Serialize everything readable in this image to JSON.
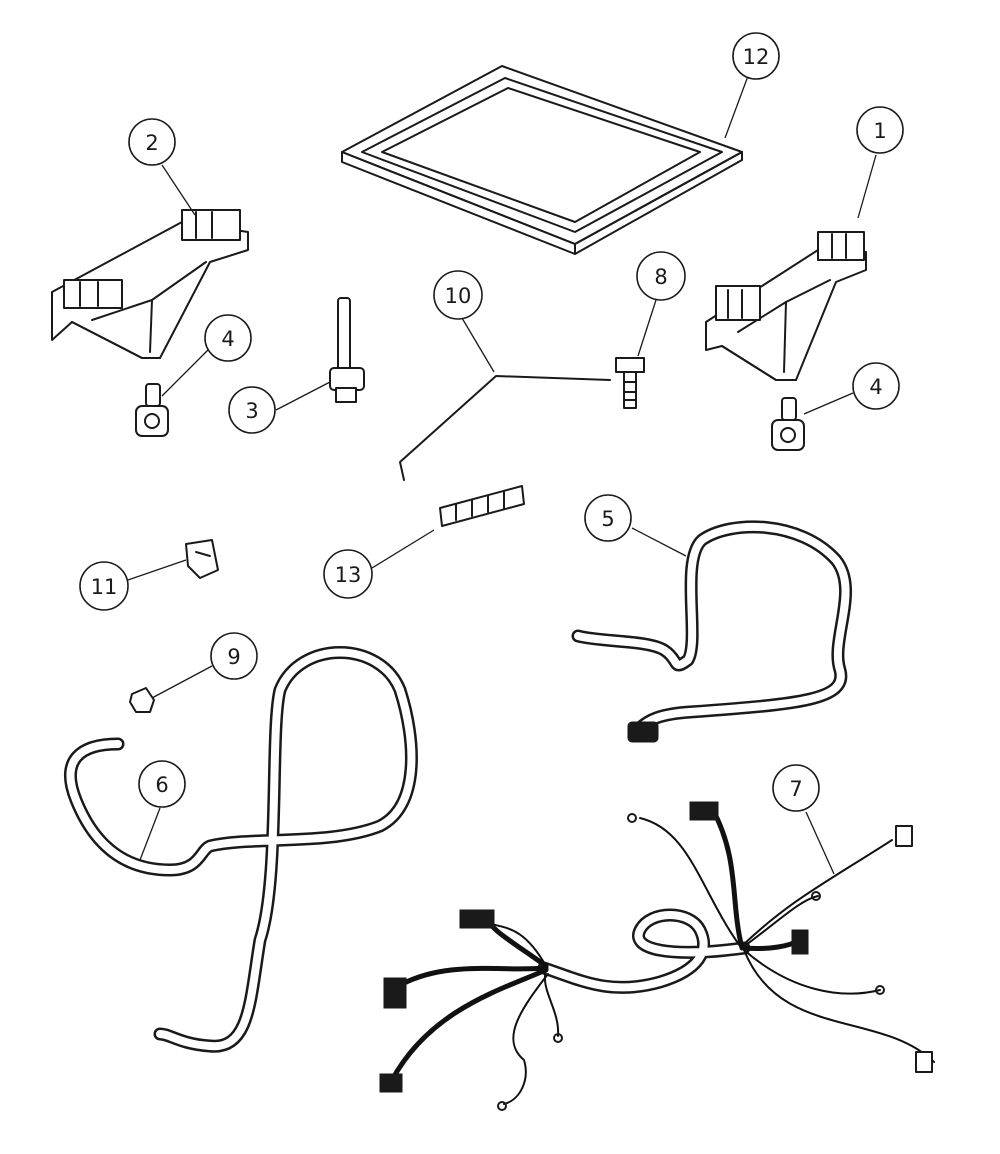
{
  "diagram": {
    "callouts": [
      {
        "id": "1",
        "label": "1"
      },
      {
        "id": "2",
        "label": "2"
      },
      {
        "id": "3",
        "label": "3"
      },
      {
        "id": "4a",
        "label": "4"
      },
      {
        "id": "4b",
        "label": "4"
      },
      {
        "id": "5",
        "label": "5"
      },
      {
        "id": "6",
        "label": "6"
      },
      {
        "id": "7",
        "label": "7"
      },
      {
        "id": "8",
        "label": "8"
      },
      {
        "id": "9",
        "label": "9"
      },
      {
        "id": "10",
        "label": "10"
      },
      {
        "id": "11",
        "label": "11"
      },
      {
        "id": "12",
        "label": "12"
      },
      {
        "id": "13",
        "label": "13"
      }
    ]
  }
}
